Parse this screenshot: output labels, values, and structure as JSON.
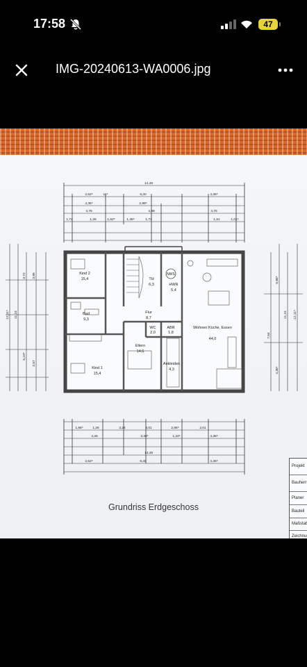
{
  "status_bar": {
    "time": "17:58",
    "battery": "47"
  },
  "viewer": {
    "title": "IMG-20240613-WA0006.jpg"
  },
  "photo": {
    "caption": "Grundriss Erdgeschoss",
    "rooms": [
      {
        "name": "Kind 2",
        "area": "15,4"
      },
      {
        "name": "TH",
        "area": "6,3"
      },
      {
        "name": "HWR",
        "area": "5,4"
      },
      {
        "name": "Wohnen Küche, Essen",
        "area": "44,0"
      },
      {
        "name": "Bad",
        "area": "9,3"
      },
      {
        "name": "Flur",
        "area": "8,7"
      },
      {
        "name": "WC",
        "area": "2,0"
      },
      {
        "name": "ABR",
        "area": "1,8"
      },
      {
        "name": "Eltern",
        "area": "14,6"
      },
      {
        "name": "Ankleiden",
        "area": "4,3"
      },
      {
        "name": "Kind 1",
        "area": "15,4"
      }
    ],
    "top_dimensions": [
      "14,49",
      "2,62⁵",
      "11⁵",
      "6,20",
      "4,36⁵",
      "4,36⁵",
      "2,88⁵",
      "4,75",
      "4,99",
      "4,75",
      "1,74",
      "1,26",
      "1,62⁵",
      "1,36⁵",
      "1,73",
      "1,51",
      "1,01⁵"
    ],
    "bottom_dimensions": [
      "1,86⁵",
      "1,26",
      "3,24",
      "3,01",
      "2,86⁵",
      "2,01",
      "4,26",
      "3,34⁵",
      "1,24⁵",
      "4,36⁵",
      "14,49",
      "2,62⁵",
      "6,20",
      "4,36⁵"
    ],
    "left_dimensions": [
      "12,11⁵",
      "11,24",
      "3,72",
      "3,89",
      "5,10⁵",
      "2,57"
    ],
    "right_dimensions": [
      "12,11⁵",
      "11,24",
      "5,86⁵",
      "7,64",
      "4,36⁵"
    ],
    "title_block": [
      "Projekt",
      "Bauherr",
      "Planer",
      "Bauteil",
      "Maßstab",
      "Zeichnung"
    ],
    "icon_label": "NWS"
  }
}
